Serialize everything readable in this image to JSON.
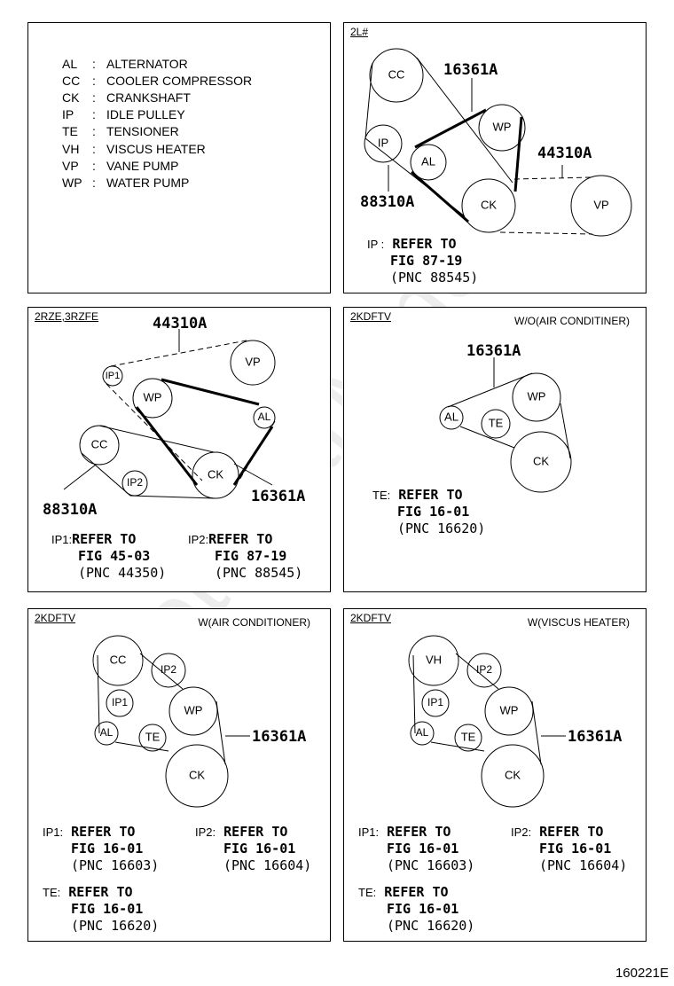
{
  "watermark": "ToyotaCarMine.ru",
  "figure_id": "160221E",
  "legend": [
    {
      "code": "AL",
      "name": "ALTERNATOR"
    },
    {
      "code": "CC",
      "name": "COOLER COMPRESSOR"
    },
    {
      "code": "CK",
      "name": "CRANKSHAFT"
    },
    {
      "code": "IP",
      "name": "IDLE PULLEY"
    },
    {
      "code": "TE",
      "name": "TENSIONER"
    },
    {
      "code": "VH",
      "name": "VISCUS HEATER"
    },
    {
      "code": "VP",
      "name": "VANE PUMP"
    },
    {
      "code": "WP",
      "name": "WATER PUMP"
    }
  ],
  "legend_colon": ":",
  "panel_2l": {
    "tag": "2L#",
    "labels": {
      "cc": "CC",
      "ip": "IP",
      "al": "AL",
      "wp": "WP",
      "ck": "CK",
      "vp": "VP"
    },
    "part_16361a": "16361A",
    "part_44310a": "44310A",
    "part_88310a": "88310A",
    "ref": {
      "prefix": "IP :",
      "line1": "REFER TO",
      "line2": "FIG 87-19",
      "line3": "(PNC 88545)"
    }
  },
  "panel_2rze": {
    "tag": "2RZE,3RZFE",
    "labels": {
      "ip1": "IP1",
      "wp": "WP",
      "vp": "VP",
      "al": "AL",
      "cc": "CC",
      "ip2": "IP2",
      "ck": "CK"
    },
    "part_44310a": "44310A",
    "part_88310a": "88310A",
    "part_16361a": "16361A",
    "ref_ip1": {
      "prefix": "IP1:",
      "line1": "REFER TO",
      "line2": "FIG 45-03",
      "line3": "(PNC 44350)"
    },
    "ref_ip2": {
      "prefix": "IP2:",
      "line1": "REFER TO",
      "line2": "FIG 87-19",
      "line3": "(PNC 88545)"
    }
  },
  "panel_kdftv_wo": {
    "tag": "2KDFTV",
    "variant": "W/O(AIR CONDITINER)",
    "labels": {
      "wp": "WP",
      "al": "AL",
      "te": "TE",
      "ck": "CK"
    },
    "part_16361a": "16361A",
    "ref_te": {
      "prefix": "TE:",
      "line1": "REFER TO",
      "line2": "FIG 16-01",
      "line3": "(PNC 16620)"
    }
  },
  "panel_kdftv_ac": {
    "tag": "2KDFTV",
    "variant": "W(AIR CONDITIONER)",
    "labels": {
      "cc": "CC",
      "ip2": "IP2",
      "ip1": "IP1",
      "wp": "WP",
      "al": "AL",
      "te": "TE",
      "ck": "CK"
    },
    "part_16361a": "16361A",
    "ref_ip1": {
      "prefix": "IP1:",
      "line1": "REFER TO",
      "line2": "FIG 16-01",
      "line3": "(PNC 16603)"
    },
    "ref_ip2": {
      "prefix": "IP2:",
      "line1": "REFER TO",
      "line2": "FIG 16-01",
      "line3": "(PNC 16604)"
    },
    "ref_te": {
      "prefix": "TE:",
      "line1": "REFER TO",
      "line2": "FIG 16-01",
      "line3": "(PNC 16620)"
    }
  },
  "panel_kdftv_vh": {
    "tag": "2KDFTV",
    "variant": "W(VISCUS HEATER)",
    "labels": {
      "vh": "VH",
      "ip2": "IP2",
      "ip1": "IP1",
      "wp": "WP",
      "al": "AL",
      "te": "TE",
      "ck": "CK"
    },
    "part_16361a": "16361A",
    "ref_ip1": {
      "prefix": "IP1:",
      "line1": "REFER TO",
      "line2": "FIG 16-01",
      "line3": "(PNC 16603)"
    },
    "ref_ip2": {
      "prefix": "IP2:",
      "line1": "REFER TO",
      "line2": "FIG 16-01",
      "line3": "(PNC 16604)"
    },
    "ref_te": {
      "prefix": "TE:",
      "line1": "REFER TO",
      "line2": "FIG 16-01",
      "line3": "(PNC 16620)"
    }
  }
}
